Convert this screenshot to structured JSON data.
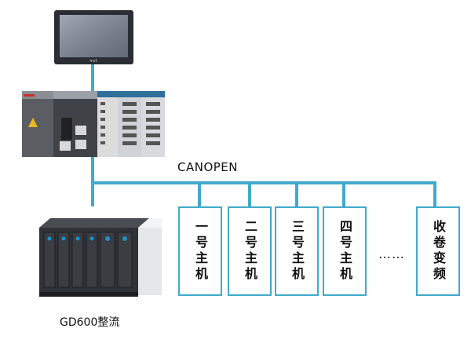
{
  "bus_label": "CANOPEN",
  "rectifier_label": "GD600整流",
  "hmi_brand": "invt",
  "units": [
    {
      "label": "一号主机"
    },
    {
      "label": "二号主机"
    },
    {
      "label": "三号主机"
    },
    {
      "label": "四号主机"
    },
    {
      "label": "收卷变频"
    }
  ],
  "ellipsis": "……",
  "colors": {
    "bus": "#41aacc",
    "box_border": "#41aacc"
  }
}
